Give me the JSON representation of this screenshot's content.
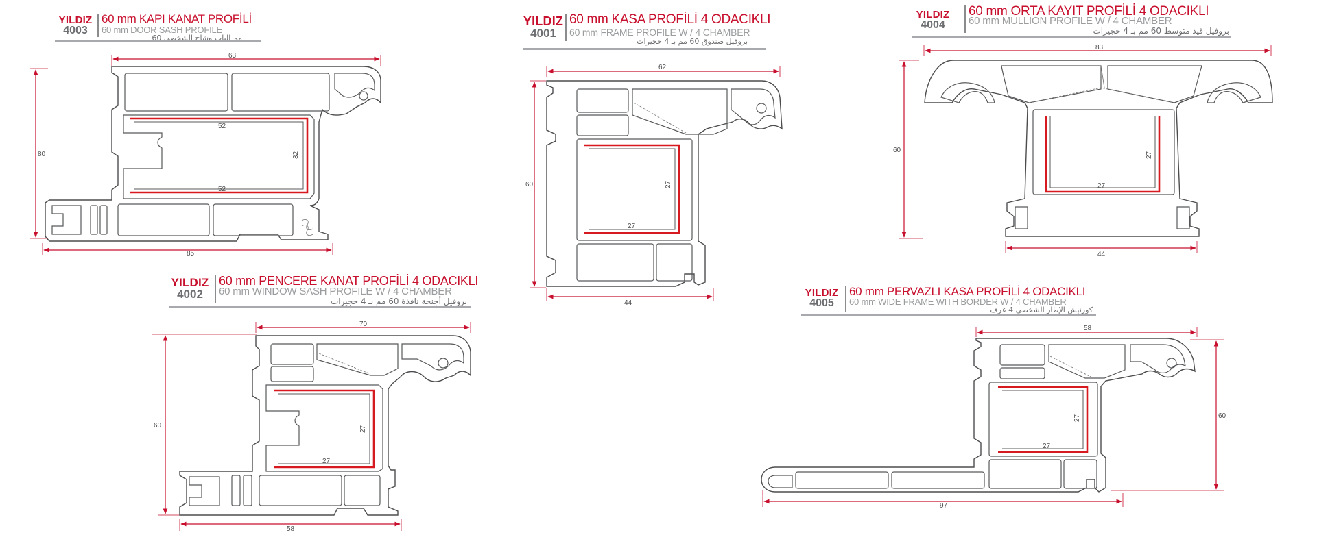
{
  "colors": {
    "brand_red": "#c8102e",
    "gray_text": "#6d6e71",
    "light_gray": "#9a9c9e",
    "steel": "#d71920",
    "line": "#4d4d4f"
  },
  "profiles": [
    {
      "brand": "YILDIZ",
      "code": "4003",
      "title": "60 mm KAPI KANAT PROFİLİ",
      "subtitle_en": "60 mm DOOR SASH PROFILE",
      "subtitle_ar": "60 مم الباب وشاح الشخصي",
      "dims": {
        "top": "63",
        "left": "80",
        "inner_top": "52",
        "inner_right": "32",
        "inner_bottom": "52",
        "bottom": "85"
      }
    },
    {
      "brand": "YILDIZ",
      "code": "4001",
      "title": "60 mm KASA PROFİLİ 4 ODACIKLI",
      "subtitle_en": "60 mm FRAME PROFILE W / 4 CHAMBER",
      "subtitle_ar": "بروفيل صندوق 60 مم بـ 4 حجيرات",
      "dims": {
        "top": "62",
        "left": "60",
        "inner_right": "27",
        "inner_bottom": "27",
        "bottom": "44"
      }
    },
    {
      "brand": "YILDIZ",
      "code": "4004",
      "title": "60 mm ORTA KAYIT PROFİLİ 4 ODACIKLI",
      "subtitle_en": "60 mm MULLION PROFILE W / 4 CHAMBER",
      "subtitle_ar": "بروفيل قيد متوسط 60 مم بـ 4 حجيرات",
      "dims": {
        "top": "83",
        "left": "60",
        "inner_right": "27",
        "inner_bottom": "27",
        "bottom": "44"
      }
    },
    {
      "brand": "YILDIZ",
      "code": "4002",
      "title": "60 mm PENCERE KANAT PROFİLİ 4 ODACIKLI",
      "subtitle_en": "60 mm WINDOW SASH PROFILE  W / 4 CHAMBER",
      "subtitle_ar": "بروفيل أجنحة نافذة 60 مم بـ 4 حجيرات",
      "dims": {
        "top": "70",
        "left": "60",
        "inner_right": "27",
        "inner_bottom": "27",
        "bottom": "58"
      }
    },
    {
      "brand": "YILDIZ",
      "code": "4005",
      "title": "60 mm PERVAZLI KASA PROFİLİ 4 ODACIKLI",
      "subtitle_en": "60 mm WIDE FRAME WITH BORDER  W / 4 CHAMBER",
      "subtitle_ar": "كورنيش الإطار الشخصي 4 غرف",
      "dims": {
        "top": "58",
        "right": "60",
        "inner_right": "27",
        "inner_bottom": "27",
        "bottom": "97"
      }
    }
  ]
}
